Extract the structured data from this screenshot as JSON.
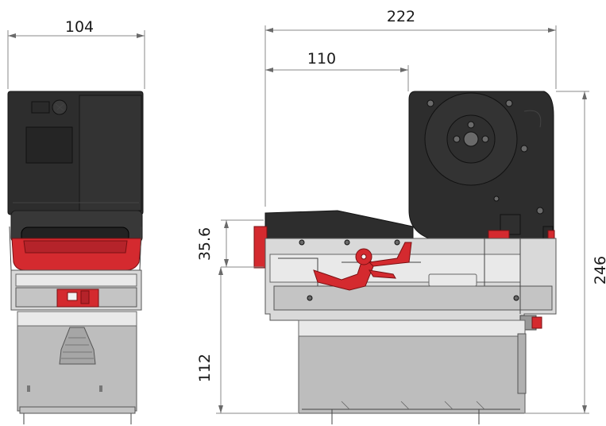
{
  "dimensions": {
    "front_width": "104",
    "side_total_width": "222",
    "side_front_section": "110",
    "front_lip_height": "35.6",
    "base_height": "112",
    "total_height": "246"
  },
  "colors": {
    "body_dark": "#2d2d2d",
    "accent_red": "#d42a2f",
    "chassis_grey": "#d9d9d9",
    "base_steel": "#bdbdbd"
  }
}
